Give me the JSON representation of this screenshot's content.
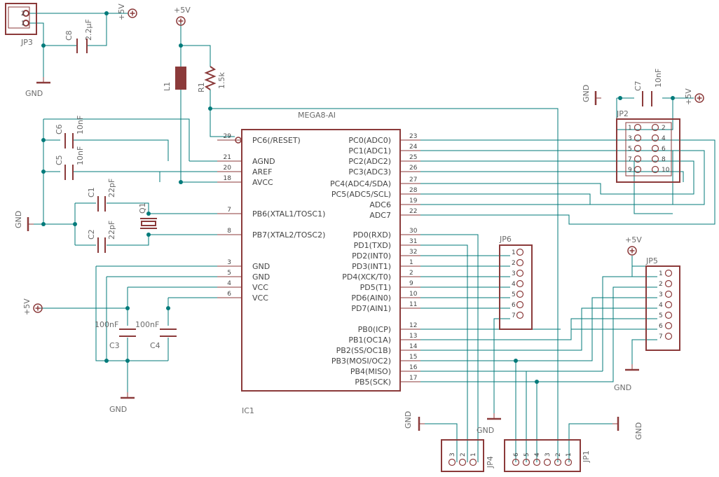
{
  "ic": {
    "name": "IC1",
    "value": "MEGA8-AI",
    "left_pins": [
      {
        "num": "29",
        "name": "PC6(/RESET)"
      },
      {
        "num": "21",
        "name": "AGND"
      },
      {
        "num": "20",
        "name": "AREF"
      },
      {
        "num": "18",
        "name": "AVCC"
      },
      {
        "num": "7",
        "name": "PB6(XTAL1/TOSC1)"
      },
      {
        "num": "8",
        "name": "PB7(XTAL2/TOSC2)"
      },
      {
        "num": "3",
        "name": "GND"
      },
      {
        "num": "5",
        "name": "GND"
      },
      {
        "num": "4",
        "name": "VCC"
      },
      {
        "num": "6",
        "name": "VCC"
      }
    ],
    "right_pins": [
      {
        "num": "23",
        "name": "PC0(ADC0)"
      },
      {
        "num": "24",
        "name": "PC1(ADC1)"
      },
      {
        "num": "25",
        "name": "PC2(ADC2)"
      },
      {
        "num": "26",
        "name": "PC3(ADC3)"
      },
      {
        "num": "27",
        "name": "PC4(ADC4/SDA)"
      },
      {
        "num": "28",
        "name": "PC5(ADC5/SCL)"
      },
      {
        "num": "19",
        "name": "ADC6"
      },
      {
        "num": "22",
        "name": "ADC7"
      },
      {
        "num": "30",
        "name": "PD0(RXD)"
      },
      {
        "num": "31",
        "name": "PD1(TXD)"
      },
      {
        "num": "32",
        "name": "PD2(INT0)"
      },
      {
        "num": "1",
        "name": "PD3(INT1)"
      },
      {
        "num": "2",
        "name": "PD4(XCK/T0)"
      },
      {
        "num": "9",
        "name": "PD5(T1)"
      },
      {
        "num": "10",
        "name": "PD6(AIN0)"
      },
      {
        "num": "11",
        "name": "PD7(AIN1)"
      },
      {
        "num": "12",
        "name": "PB0(ICP)"
      },
      {
        "num": "13",
        "name": "PB1(OC1A)"
      },
      {
        "num": "14",
        "name": "PB2(SS/OC1B)"
      },
      {
        "num": "15",
        "name": "PB3(MOSI/OC2)"
      },
      {
        "num": "16",
        "name": "PB4(MISO)"
      },
      {
        "num": "17",
        "name": "PB5(SCK)"
      }
    ]
  },
  "components": {
    "jp3": "JP3",
    "jp2": "JP2",
    "jp4": "JP4",
    "jp5": "JP5",
    "jp6": "JP6",
    "jp1": "JP1",
    "c8": "C8",
    "c8v": "2.2µF",
    "c7": "C7",
    "c7v": "10nF",
    "c6": "C6",
    "c6v": "10nF",
    "c5": "C5",
    "c5v": "10nF",
    "c1": "C1",
    "c1v": "22pF",
    "c2": "C2",
    "c2v": "22pF",
    "c3": "C3",
    "c3v": "100nF",
    "c4": "C4",
    "c4v": "100nF",
    "l1": "L1",
    "r1": "R1",
    "r1v": "1.5k",
    "q1": "Q1"
  },
  "supplies": {
    "vcc": "+5V",
    "gnd": "GND"
  },
  "pins": {
    "jp3": [
      "2",
      "1"
    ],
    "jp2": [
      "1",
      "2",
      "3",
      "4",
      "5",
      "6",
      "7",
      "8",
      "9",
      "10"
    ],
    "jp6": [
      "1",
      "2",
      "3",
      "4",
      "5",
      "6",
      "7"
    ],
    "jp5": [
      "1",
      "2",
      "3",
      "4",
      "5",
      "6",
      "7"
    ],
    "jp4": [
      "3",
      "2",
      "1"
    ],
    "jp1": [
      "6",
      "5",
      "4",
      "3",
      "2",
      "1"
    ]
  },
  "colors": {
    "part": "#8b3a3a",
    "net": "#007a7a",
    "text": "#6b6b6b"
  }
}
